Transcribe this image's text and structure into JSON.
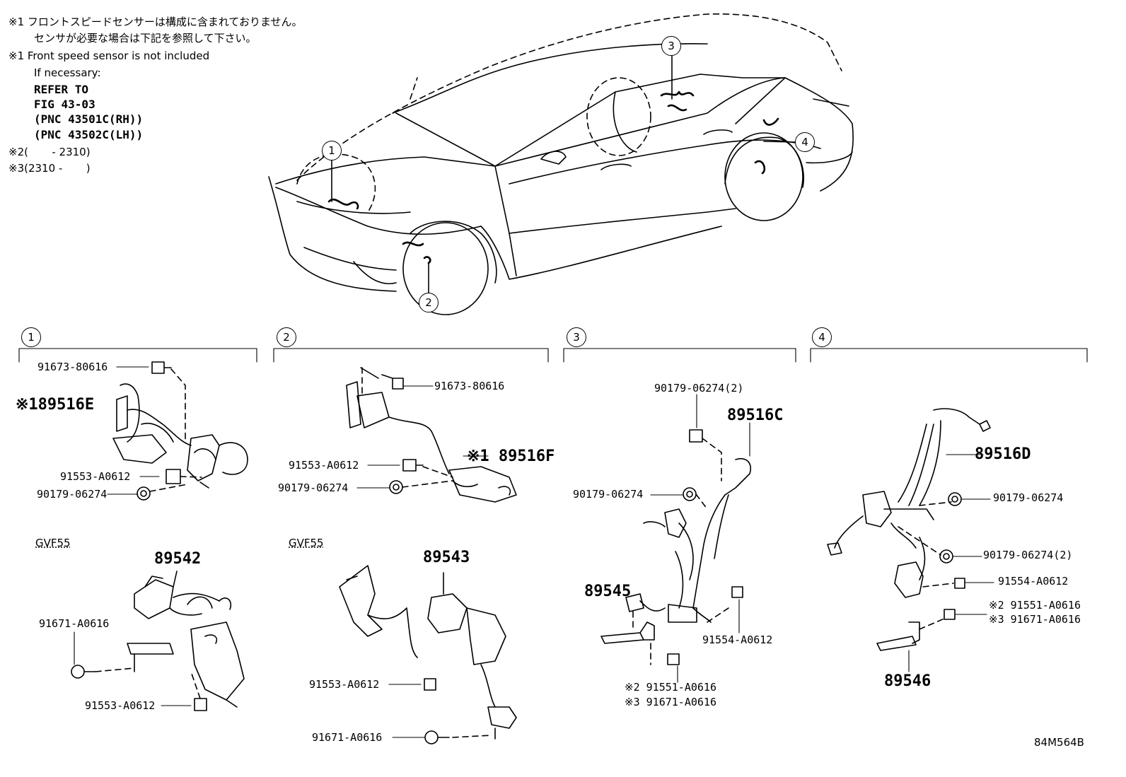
{
  "notes": {
    "jp_line1": "※1 フロントスピードセンサーは構成に含まれておりません。",
    "jp_line2": "センサが必要な場合は下記を参照して下さい。",
    "en_line1": "※1 Front speed sensor is not included",
    "en_line2": "If necessary:",
    "refer_lines": [
      "REFER TO",
      "FIG 43-03",
      "(PNC 43501C(RH))",
      "(PNC 43502C(LH))"
    ],
    "footnote2": "※2(       - 2310)",
    "footnote3": "※3(2310 -       )"
  },
  "callouts": [
    "1",
    "2",
    "3",
    "4"
  ],
  "sections": [
    {
      "id": "1",
      "main_part": "※189516E",
      "parts": [
        "91673-80616",
        "91553-A0612",
        "90179-06274"
      ],
      "variant_model": "GVF55",
      "variant_main": "89542",
      "variant_parts": [
        "91671-A0616",
        "91553-A0612"
      ]
    },
    {
      "id": "2",
      "main_part": "※1 89516F",
      "parts": [
        "91673-80616",
        "91553-A0612",
        "90179-06274"
      ],
      "variant_model": "GVF55",
      "variant_main": "89543",
      "variant_parts": [
        "91553-A0612",
        "91671-A0616"
      ]
    },
    {
      "id": "3",
      "main_part": "89516C",
      "parts": [
        "90179-06274(2)",
        "90179-06274",
        "91554-A0612"
      ],
      "sensor": "89545",
      "bolt_alt": [
        "※2 91551-A0616",
        "※3 91671-A0616"
      ]
    },
    {
      "id": "4",
      "main_part": "89516D",
      "parts": [
        "90179-06274",
        "90179-06274(2)",
        "91554-A0612"
      ],
      "bolt_alt": [
        "※2 91551-A0616",
        "※3 91671-A0616"
      ],
      "sensor": "89546"
    }
  ],
  "figure_code": "84M564B"
}
